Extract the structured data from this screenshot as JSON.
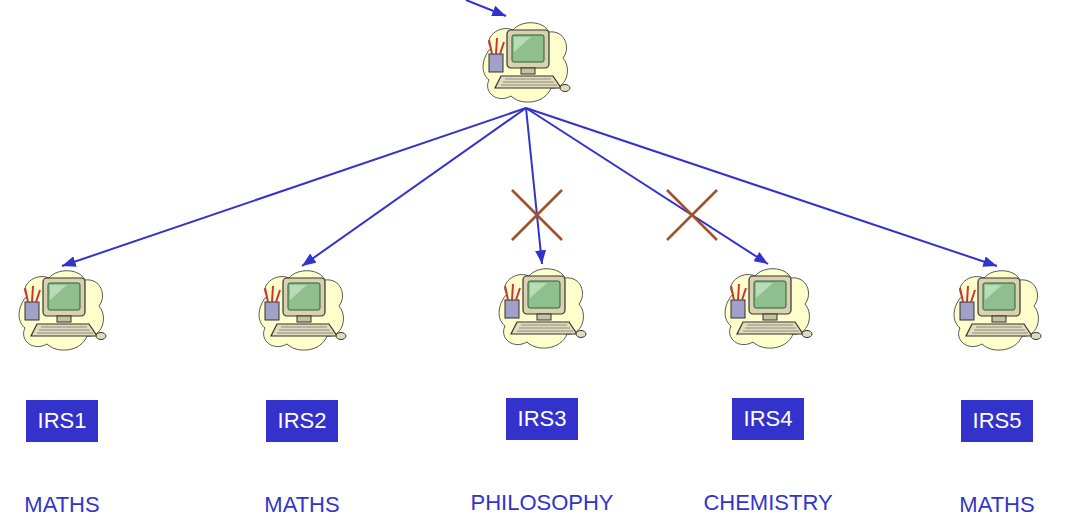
{
  "diagram": {
    "nodes": [
      {
        "text": []
      },
      {
        "text": [
          "IRS1",
          "MATHS"
        ]
      },
      {
        "text": [
          "IRS2",
          "MATHS"
        ]
      },
      {
        "text": [
          "IRS3",
          "PHILOSOPHY"
        ]
      },
      {
        "text": [
          "IRS4",
          "CHEMISTRY"
        ]
      },
      {
        "text": [
          "IRS5",
          "MATHS"
        ]
      }
    ],
    "edges": [
      {
        "from": 0,
        "to": 1,
        "arrow": "to"
      },
      {
        "from": 0,
        "to": 2,
        "arrow": "to"
      },
      {
        "from": 0,
        "to": 3,
        "arrow": "to"
      },
      {
        "from": 0,
        "to": 4,
        "arrow": "to"
      },
      {
        "from": 0,
        "to": 5,
        "arrow": "to"
      }
    ]
  }
}
